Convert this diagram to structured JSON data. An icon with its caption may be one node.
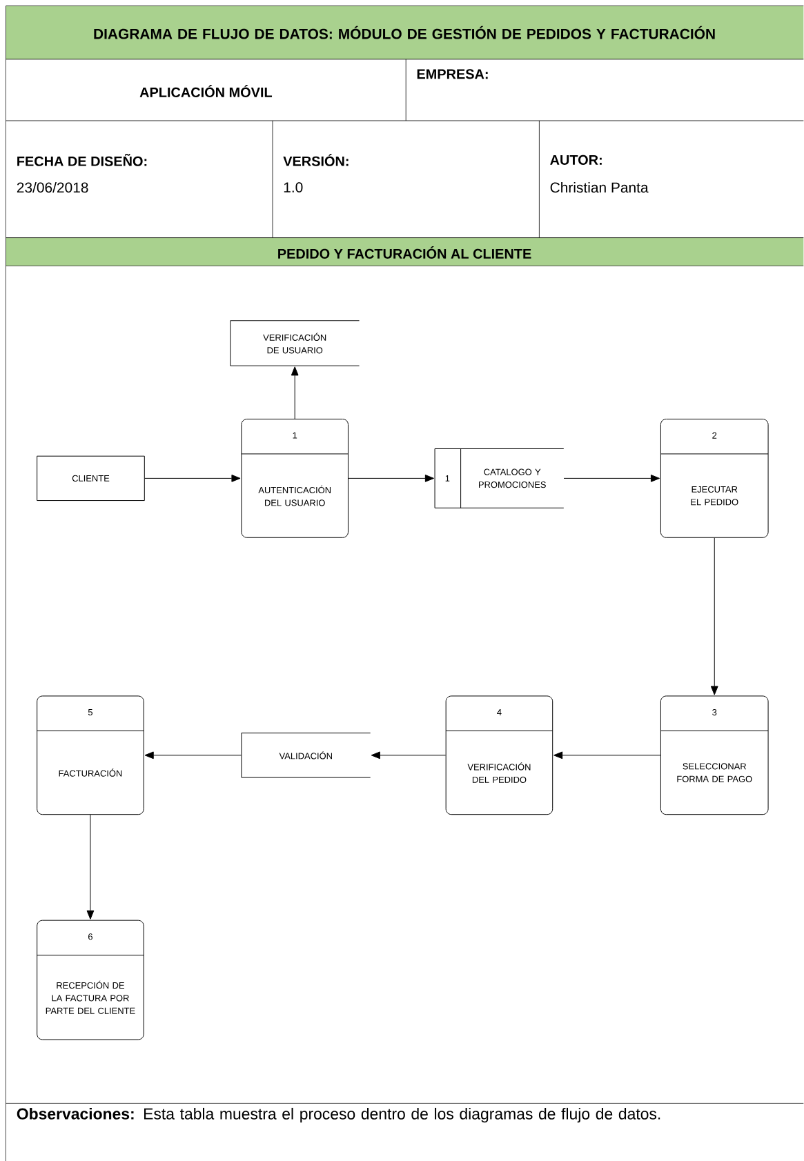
{
  "diagram": {
    "title": "DIAGRAMA DE FLUJO DE DATOS: MÓDULO DE GESTIÓN DE PEDIDOS Y FACTURACIÓN",
    "caption": "**Observaciones:** Esta tabla muestra el proceso dentro de los diagramas de flujo de datos.",
    "nodes": [
      {
        "text": [
          "CLIENTE"
        ]
      },
      {
        "text": [
          "1",
          "AUTENTICACIÓN DEL USUARIO"
        ]
      },
      {
        "text": [
          "VERIFICACIÓN DE USUARIO"
        ]
      },
      {
        "text": [
          "1",
          "CATALOGO Y PROMOCIONES"
        ]
      },
      {
        "text": [
          "2",
          "EJECUTAR EL PEDIDO"
        ]
      },
      {
        "text": [
          "3",
          "SELECCIONAR FORMA DE PAGO"
        ]
      },
      {
        "text": [
          "4",
          "VERIFICACIÓN DEL PEDIDO"
        ]
      },
      {
        "text": [
          "VALIDACIÓN"
        ]
      },
      {
        "text": [
          "5",
          "FACTURACIÓN"
        ]
      },
      {
        "text": [
          "6",
          "RECEPCIÓN DE LA FACTURA POR PARTE DEL CLIENTE"
        ]
      }
    ],
    "edges": [
      {
        "from": 0,
        "to": 1,
        "arrow": "to"
      },
      {
        "from": 1,
        "to": 2,
        "arrow": "to"
      },
      {
        "from": 1,
        "to": 3,
        "arrow": "to"
      },
      {
        "from": 3,
        "to": 4,
        "arrow": "to"
      },
      {
        "from": 4,
        "to": 5,
        "arrow": "to"
      },
      {
        "from": 5,
        "to": 6,
        "arrow": "to"
      },
      {
        "from": 6,
        "to": 7,
        "arrow": "to"
      },
      {
        "from": 7,
        "to": 8,
        "arrow": "to"
      },
      {
        "from": 8,
        "to": 9,
        "arrow": "to"
      }
    ],
    "labels": [
      "APLICACIÓN MÓVIL",
      "EMPRESA:",
      "FECHA DE DISEÑO:",
      "23/06/2018",
      "VERSIÓN:",
      "1.0",
      "AUTOR:",
      "Christian Panta",
      "PEDIDO Y FACTURACIÓN AL CLIENTE"
    ]
  }
}
